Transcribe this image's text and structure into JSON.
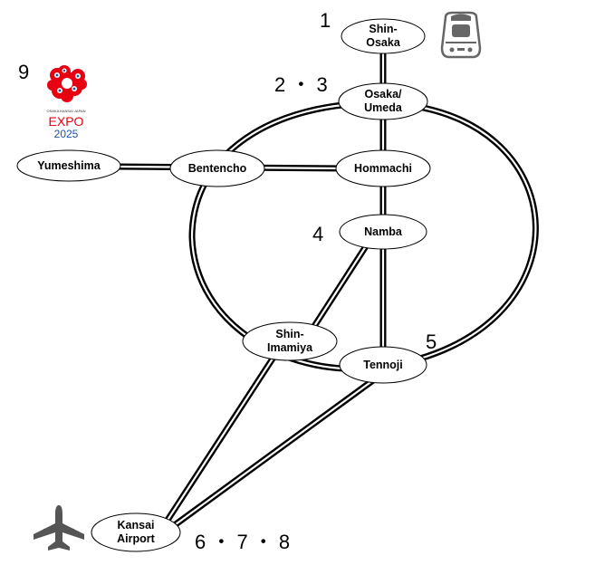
{
  "stations": {
    "shin_osaka": [
      "Shin-",
      "Osaka"
    ],
    "osaka_umeda": [
      "Osaka/",
      "Umeda"
    ],
    "yumeshima": [
      "Yumeshima"
    ],
    "bentencho": [
      "Bentencho"
    ],
    "hommachi": [
      "Hommachi"
    ],
    "namba": [
      "Namba"
    ],
    "shin_imamiya": [
      "Shin-",
      "Imamiya"
    ],
    "tennoji": [
      "Tennoji"
    ],
    "kansai_airport": [
      "Kansai",
      "Airport"
    ]
  },
  "numbers": {
    "n1": "1",
    "n23": "2 ・ 3",
    "n4": "4",
    "n5": "5",
    "n678": "6 ・ 7 ・ 8",
    "n9": "9"
  },
  "expo_logo": {
    "caption_small": "OSAKA KANSAI JAPAN",
    "caption_expo": "EXPO",
    "caption_year": "2025",
    "color_red": "#e60012",
    "color_blue": "#1e50a2"
  },
  "icons": {
    "train": "train-front-icon",
    "airplane": "airplane-icon"
  }
}
